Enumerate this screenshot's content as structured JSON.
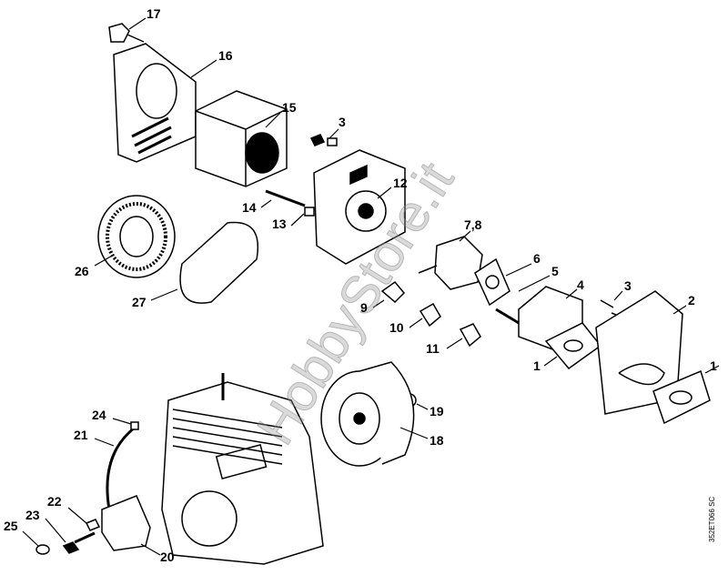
{
  "diagram": {
    "labels": [
      "17",
      "16",
      "15",
      "3",
      "12",
      "14",
      "13",
      "7,8",
      "6",
      "5",
      "4",
      "3",
      "2",
      "26",
      "27",
      "9",
      "10",
      "11",
      "1",
      "1",
      "19",
      "18",
      "24",
      "21",
      "22",
      "23",
      "25",
      "20"
    ],
    "drawing_code": "352ET066 SC",
    "watermark": "HobbyStore.it"
  }
}
